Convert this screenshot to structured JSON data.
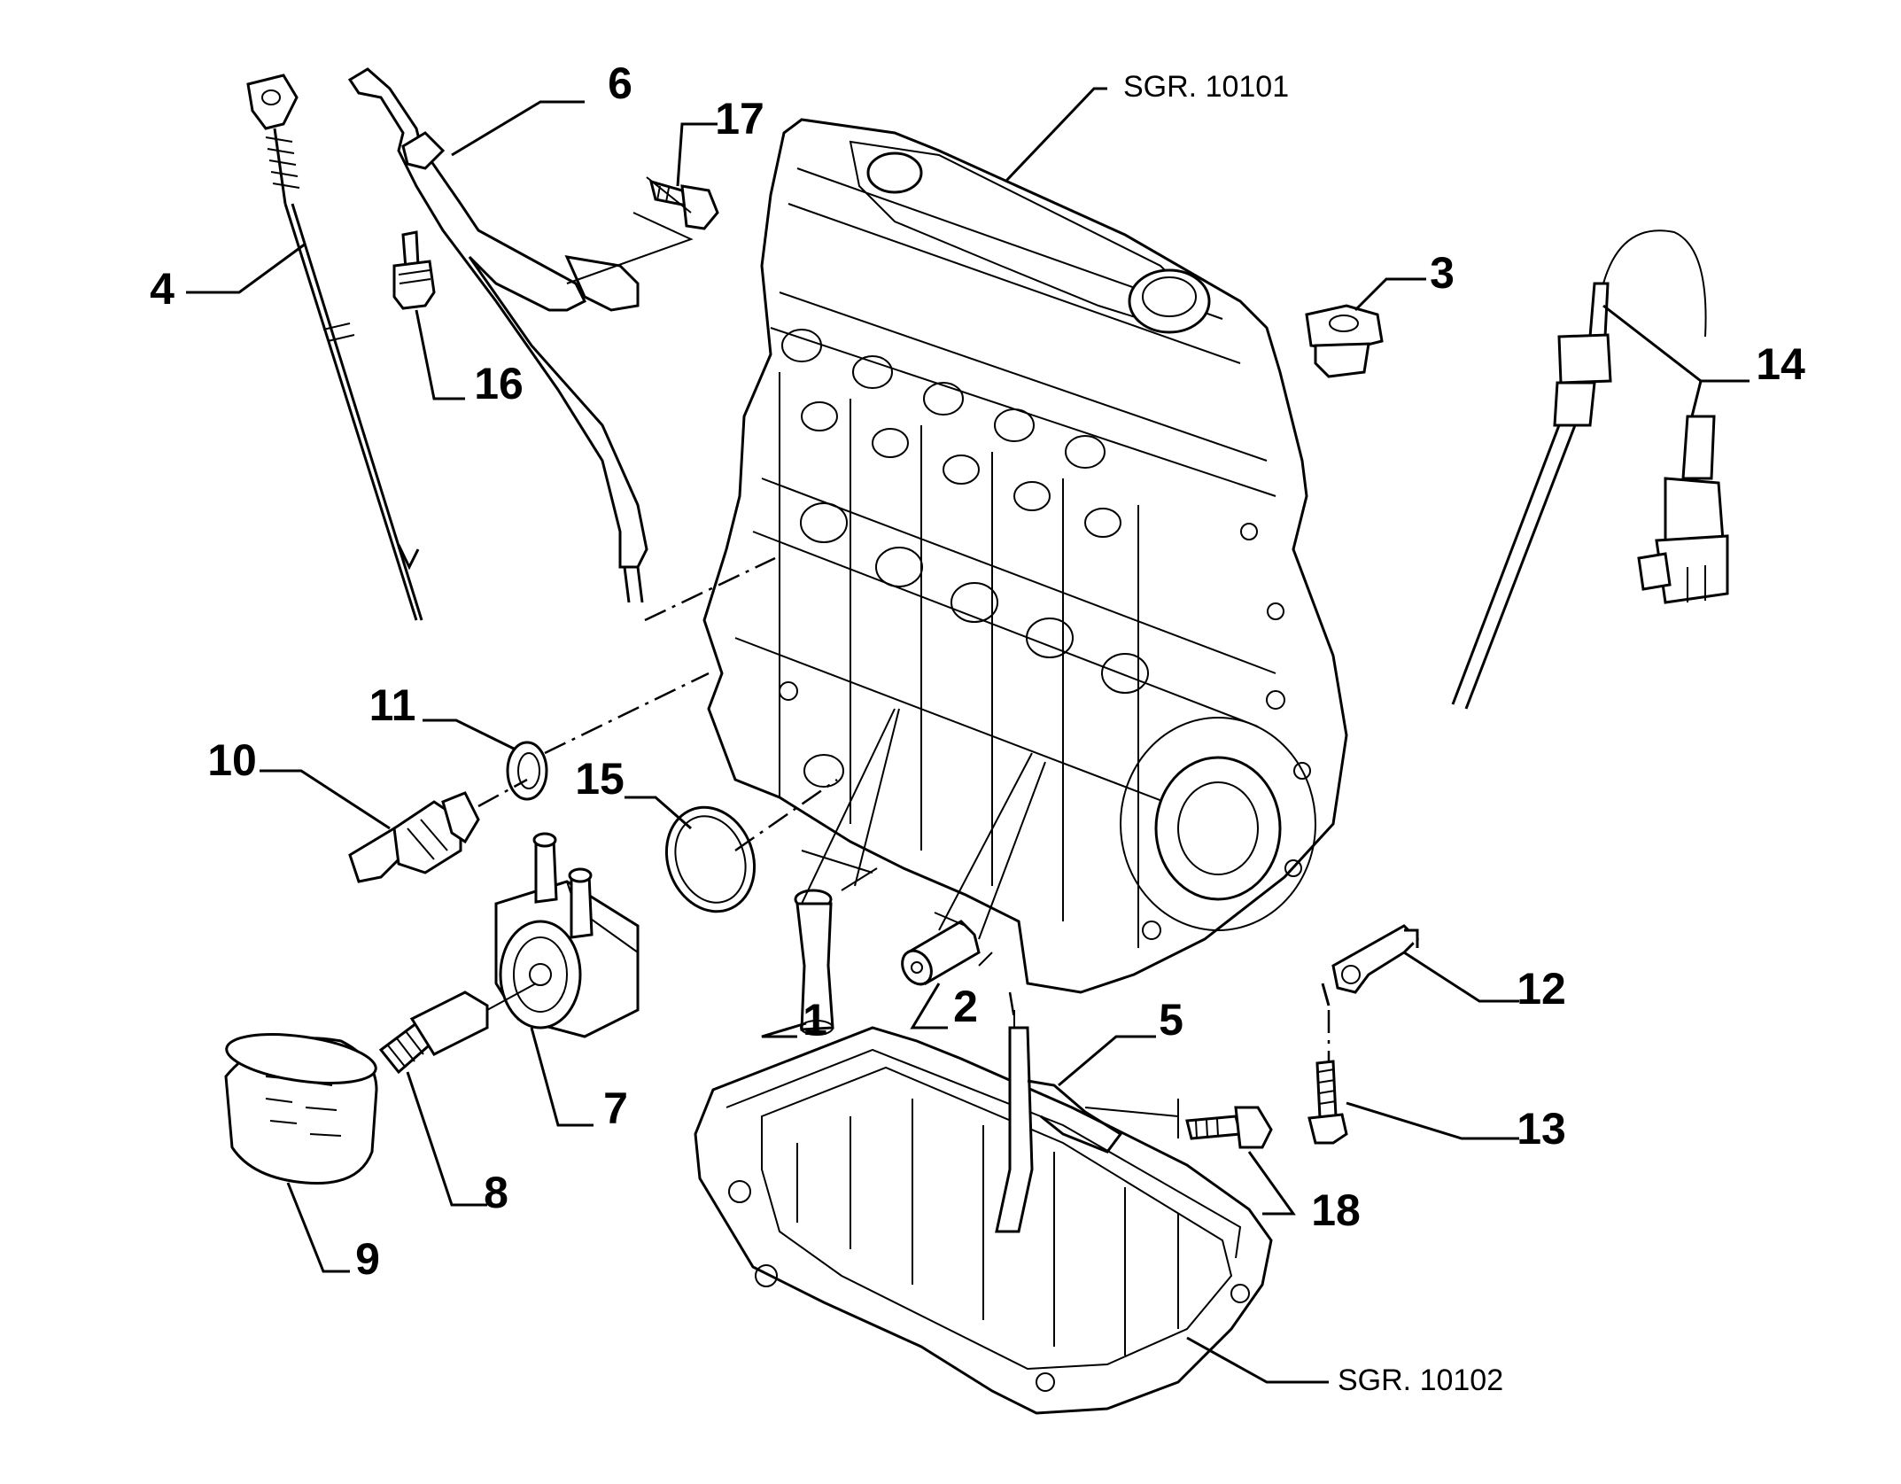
{
  "diagram": {
    "parts": [
      {
        "id": "p1",
        "label": "1"
      },
      {
        "id": "p2",
        "label": "2"
      },
      {
        "id": "p3",
        "label": "3"
      },
      {
        "id": "p4",
        "label": "4"
      },
      {
        "id": "p5",
        "label": "5"
      },
      {
        "id": "p6",
        "label": "6"
      },
      {
        "id": "p7",
        "label": "7"
      },
      {
        "id": "p8",
        "label": "8"
      },
      {
        "id": "p9",
        "label": "9"
      },
      {
        "id": "p10",
        "label": "10"
      },
      {
        "id": "p11",
        "label": "11"
      },
      {
        "id": "p12",
        "label": "12"
      },
      {
        "id": "p13",
        "label": "13"
      },
      {
        "id": "p14",
        "label": "14"
      },
      {
        "id": "p15",
        "label": "15"
      },
      {
        "id": "p16",
        "label": "16"
      },
      {
        "id": "p17",
        "label": "17"
      },
      {
        "id": "p18",
        "label": "18"
      }
    ],
    "references": [
      {
        "id": "ref_block",
        "text": "SGR. 10101"
      },
      {
        "id": "ref_sump",
        "text": "SGR. 10102"
      }
    ]
  }
}
